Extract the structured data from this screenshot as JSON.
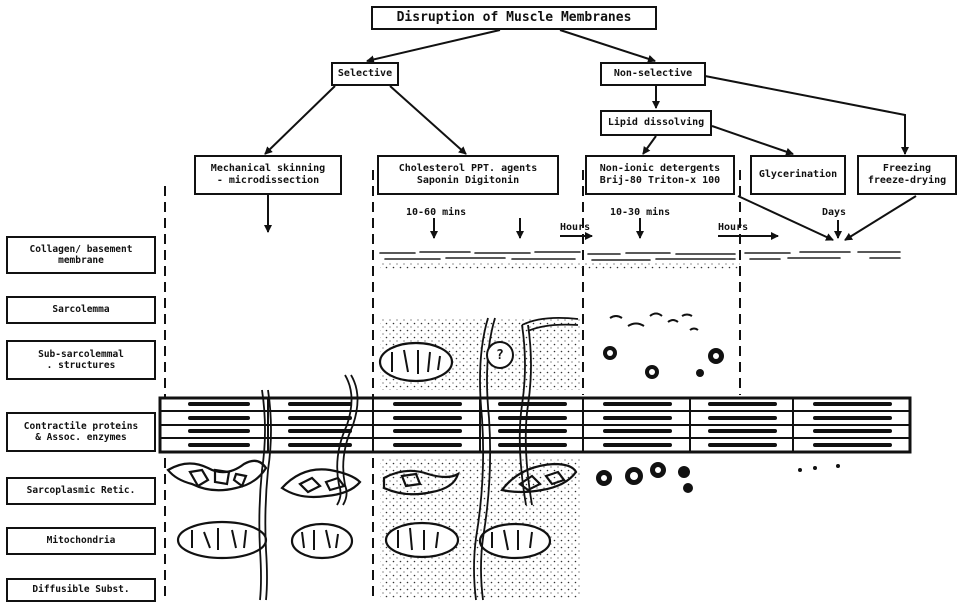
{
  "title": "Disruption of Muscle Membranes",
  "branches": {
    "selective": "Selective",
    "non_selective": "Non-selective",
    "lipid_dissolving": "Lipid dissolving"
  },
  "methods": {
    "mechanical": "Mechanical skinning\n- microdissection",
    "cholesterol": "Cholesterol PPT. agents\nSaponin         Digitonin",
    "nonionic": "Non-ionic detergents\nBrij-80  Triton-x  100",
    "glycerination": "Glycerination",
    "freezing": "Freezing\nfreeze-drying"
  },
  "times": {
    "cholesterol": "10-60 mins",
    "nonionic": "10-30 mins",
    "hours_1": "Hours",
    "hours_2": "Hours",
    "days": "Days"
  },
  "question_mark": "?",
  "structures": [
    "Collagen/ basement\nmembrane",
    "Sarcolemma",
    "Sub-sarcolemmal\n. structures",
    "Contractile proteins\n& Assoc. enzymes",
    "Sarcoplasmic Retic.",
    "Mitochondria",
    "Diffusible Subst."
  ]
}
